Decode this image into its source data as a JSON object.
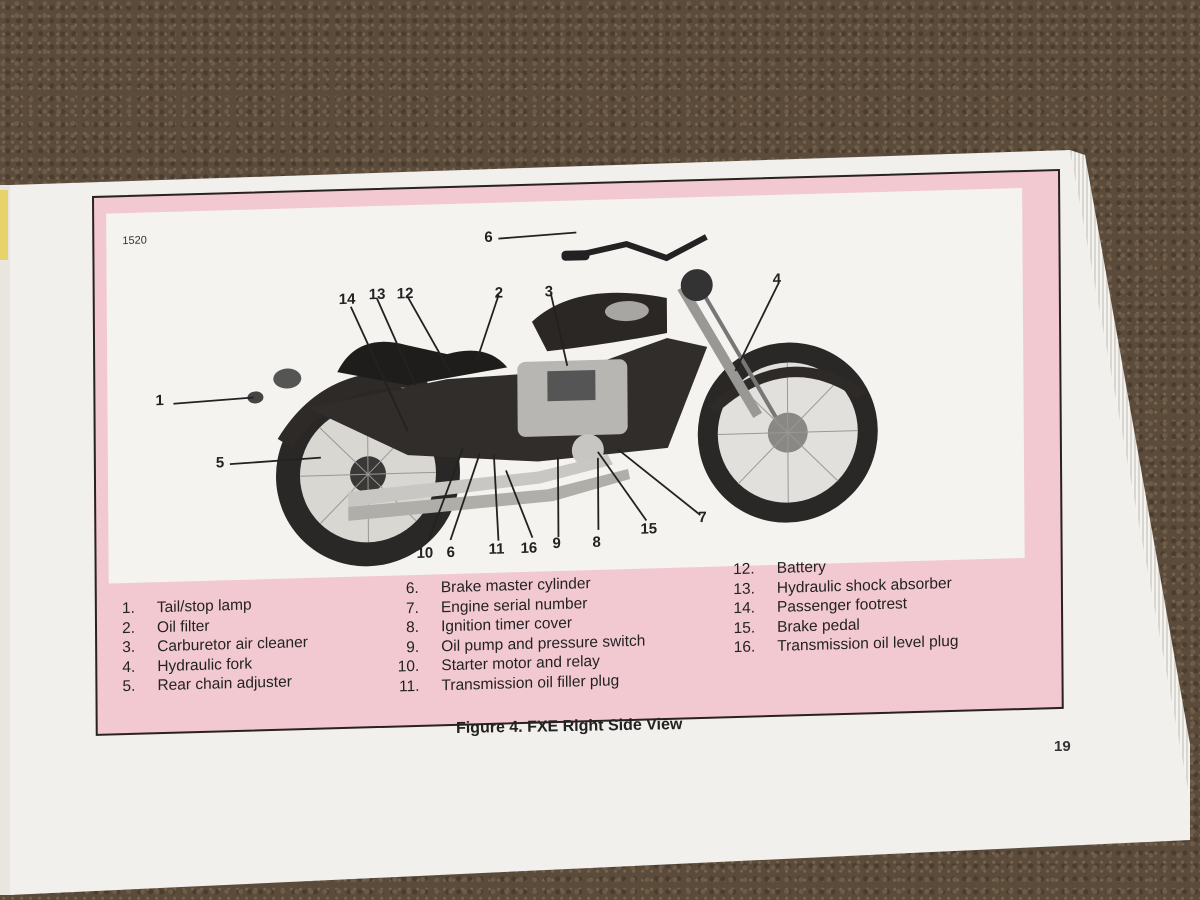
{
  "figure": {
    "id_label": "1520",
    "caption": "Figure 4. FXE Right Side View",
    "page_number": "19"
  },
  "callouts": [
    "1",
    "2",
    "3",
    "4",
    "5",
    "6",
    "7",
    "8",
    "9",
    "10",
    "6",
    "11",
    "12",
    "13",
    "14",
    "15",
    "16"
  ],
  "legend": {
    "col1": [
      {
        "num": "1.",
        "label": "Tail/stop lamp"
      },
      {
        "num": "2.",
        "label": "Oil filter"
      },
      {
        "num": "3.",
        "label": "Carburetor air cleaner"
      },
      {
        "num": "4.",
        "label": "Hydraulic fork"
      },
      {
        "num": "5.",
        "label": "Rear chain adjuster"
      }
    ],
    "col2": [
      {
        "num": "6.",
        "label": "Brake master cylinder"
      },
      {
        "num": "7.",
        "label": "Engine serial number"
      },
      {
        "num": "8.",
        "label": "Ignition timer cover"
      },
      {
        "num": "9.",
        "label": "Oil pump and pressure switch"
      },
      {
        "num": "10.",
        "label": "Starter motor and relay"
      },
      {
        "num": "11.",
        "label": "Transmission oil filler plug"
      }
    ],
    "col3": [
      {
        "num": "12.",
        "label": "Battery"
      },
      {
        "num": "13.",
        "label": "Hydraulic shock absorber"
      },
      {
        "num": "14.",
        "label": "Passenger footrest"
      },
      {
        "num": "15.",
        "label": "Brake pedal"
      },
      {
        "num": "16.",
        "label": "Transmission oil level plug"
      }
    ]
  },
  "colors": {
    "frame_pink": "#f2c9d1",
    "paper": "#f1f0ec",
    "carpet": "#5b4b3b"
  }
}
